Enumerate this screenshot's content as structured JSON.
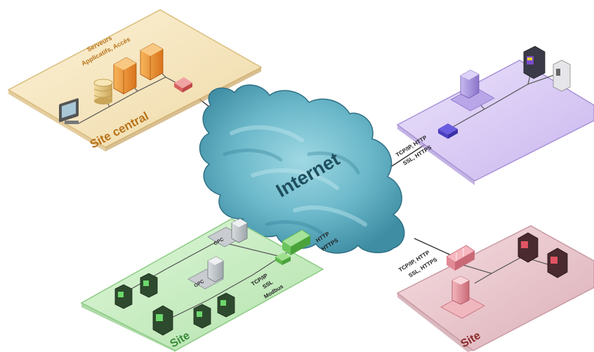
{
  "diagram": {
    "cloud_label": "Internet",
    "site_central": {
      "title": "Site central",
      "servers_caption_line1": "Serveurs",
      "servers_caption_line2": "Applicatifs, Accès"
    },
    "site_purple": {
      "link_line1": "TCP/IP, HTTP",
      "link_line2": "SSL, HTTPS"
    },
    "site_green": {
      "title": "Site",
      "server1_label": "OPC",
      "server2_label": "OPC",
      "upper_link_line1": "HTTP",
      "upper_link_line2": "HTTPS",
      "lower_link_line1": "TCP/IP",
      "lower_link_line2": "SSL",
      "lower_link_line3": "Modbus"
    },
    "site_red": {
      "title": "Site",
      "link_line1": "TCP/IP, HTTP",
      "link_line2": "SSL, HTTPS"
    }
  },
  "colors": {
    "central_panel": "#f8e8c0",
    "purple_panel": "#dccef5",
    "green_panel": "#c9efc4",
    "red_panel": "#ecc9cf",
    "cloud": "#7fc6d6",
    "label_orange": "#b8731a",
    "label_green": "#3a8a3a",
    "label_red": "#8a2a2a"
  }
}
